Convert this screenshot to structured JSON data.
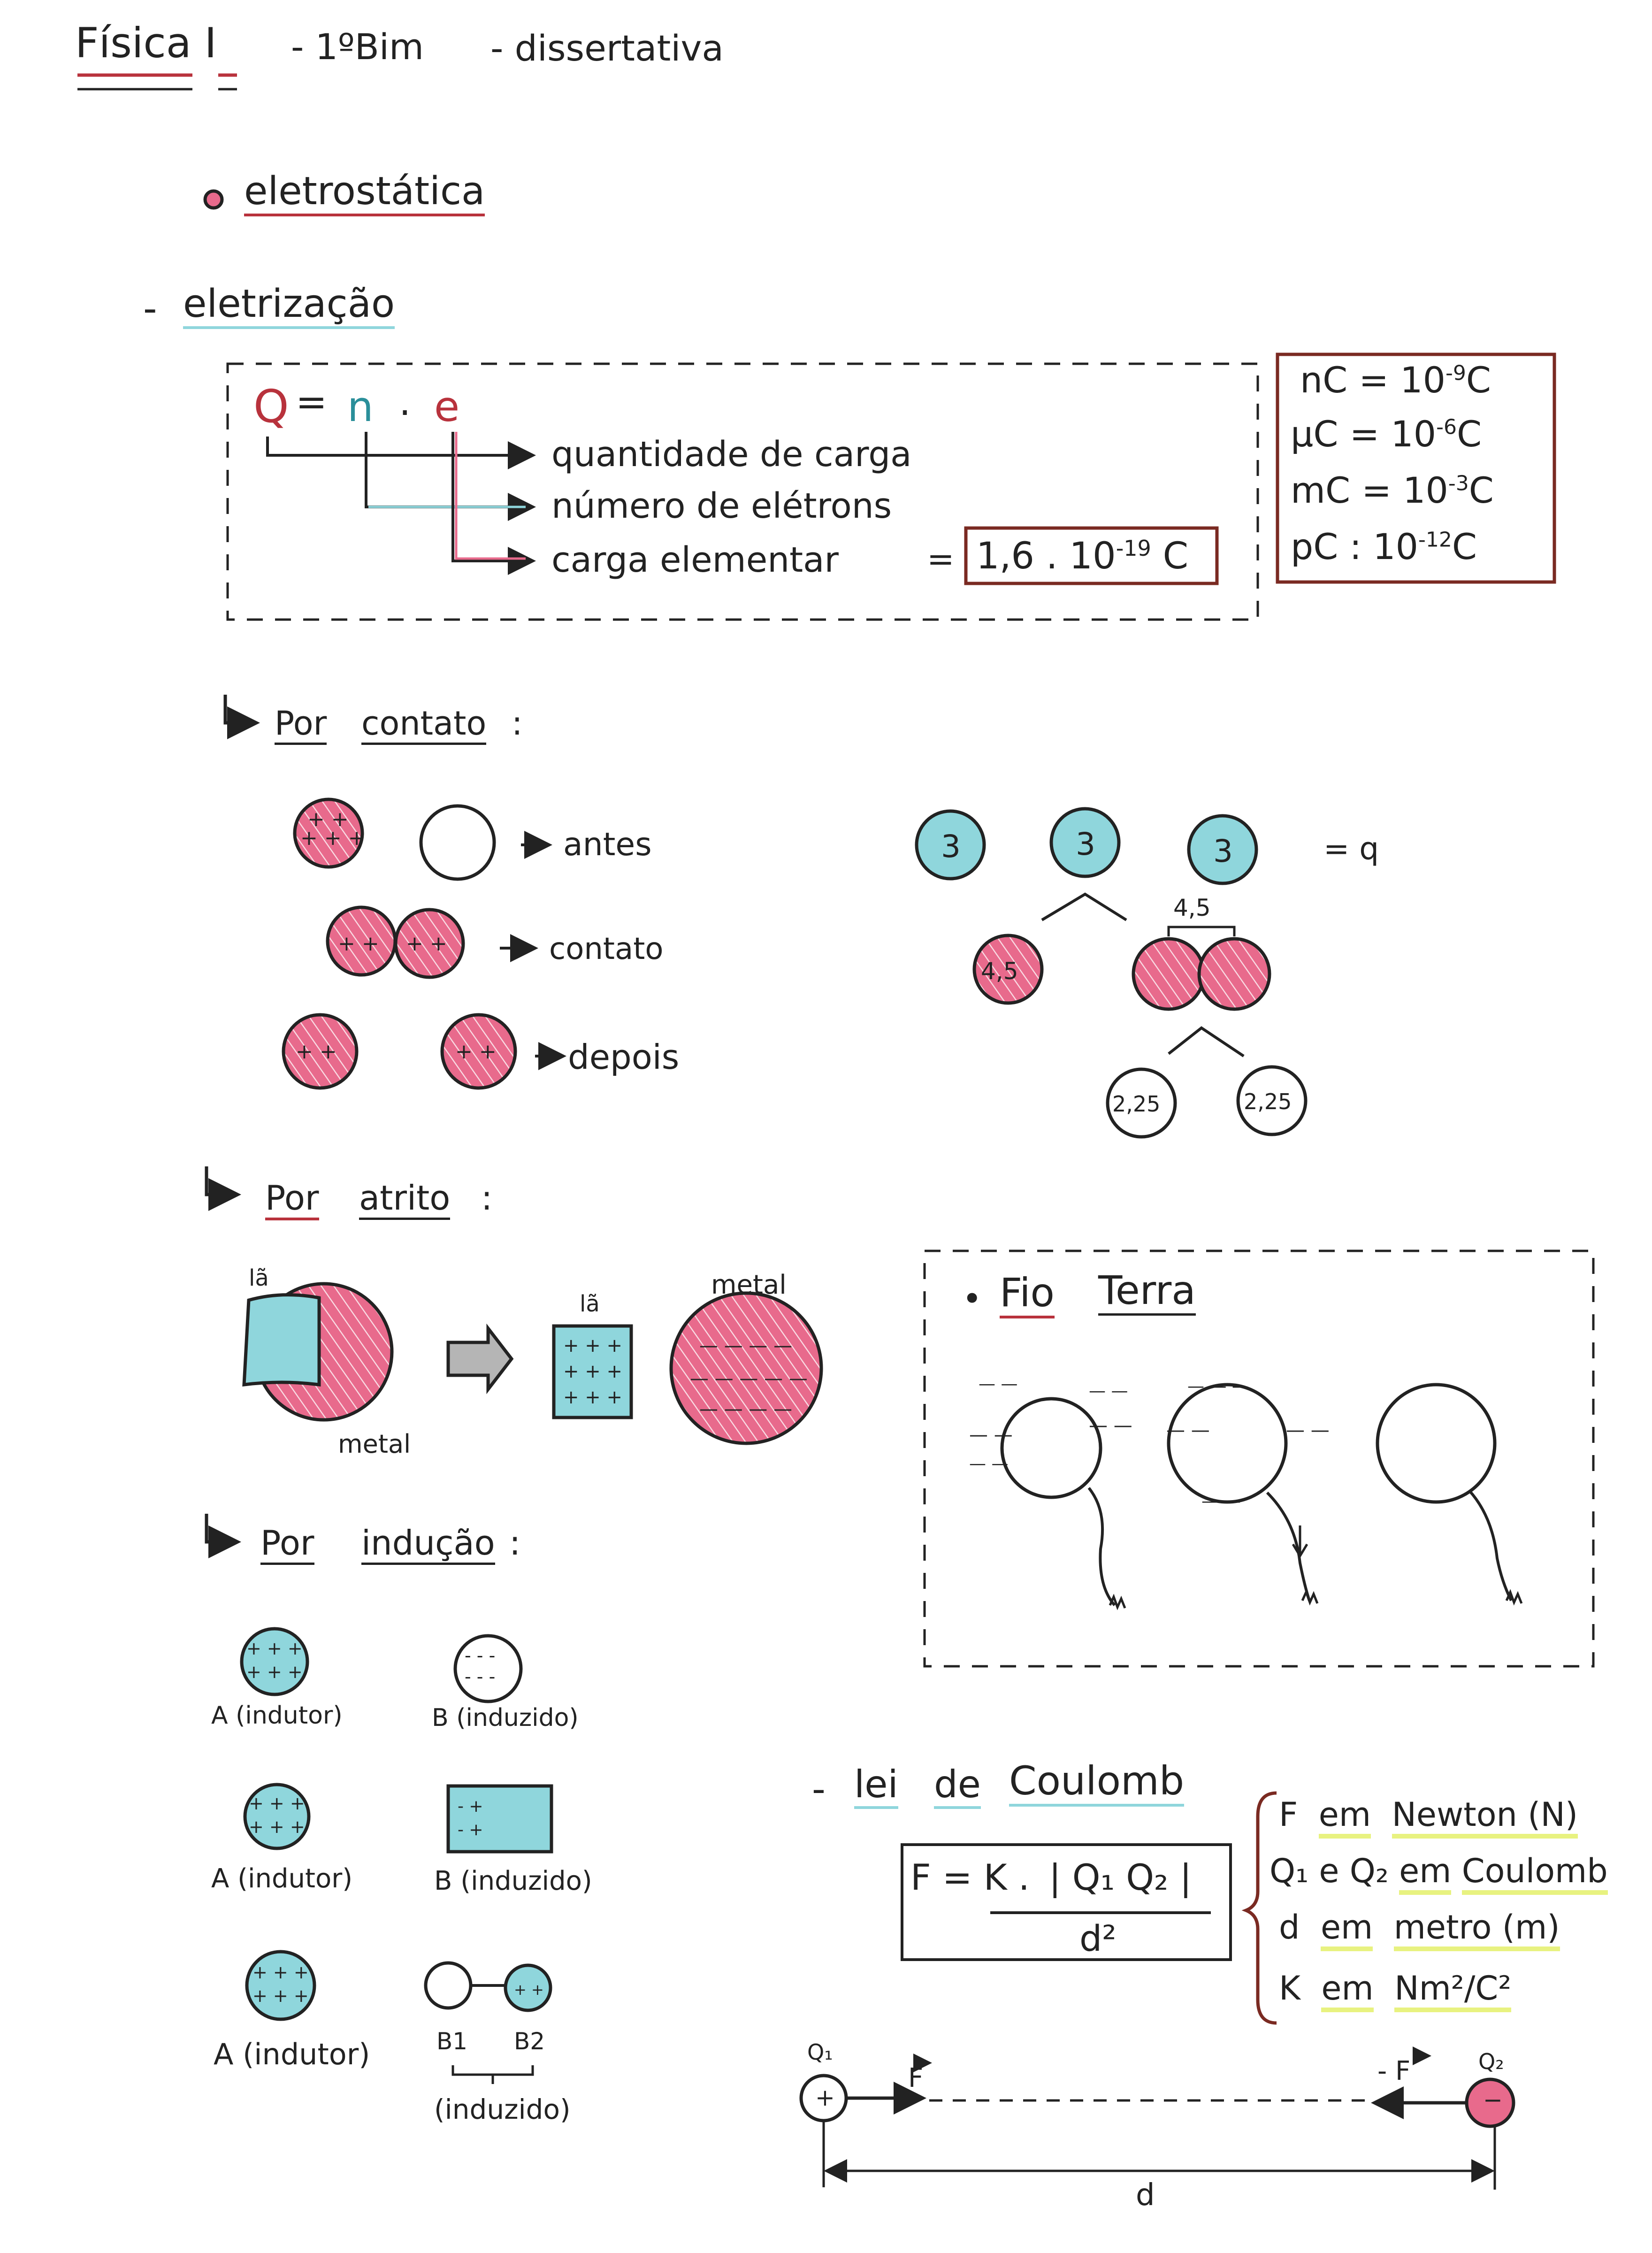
{
  "header": {
    "title": "Física I",
    "bimester": "- 1ºBim",
    "type": "- dissertativa"
  },
  "topic": "eletrostática",
  "section_eletrizacao": {
    "dash": "-",
    "title": "eletrização",
    "formula": {
      "Q": "Q",
      "eq": "=",
      "n": "n",
      "dot": ".",
      "e": "e"
    },
    "labels": {
      "q": "quantidade de carga",
      "n": "número de elétrons",
      "e": "carga elementar"
    },
    "equals": "=",
    "elementary_value": "1,6 . 10",
    "elementary_exp": "-19",
    "elementary_unit": "C",
    "units": [
      {
        "prefix": "nC",
        "value": "= 10",
        "exp": "-9",
        "unit": "C"
      },
      {
        "prefix": "μC",
        "value": "= 10",
        "exp": "-6",
        "unit": "C"
      },
      {
        "prefix": "mC",
        "value": "= 10",
        "exp": "-3",
        "unit": "C"
      },
      {
        "prefix": "pC",
        "value": ": 10",
        "exp": "-12",
        "unit": "C"
      }
    ]
  },
  "contato": {
    "title_por": "Por",
    "title_word": "contato",
    "colon": ":",
    "antes": "antes",
    "contato": "contato",
    "depois": "depois",
    "example": {
      "initial": [
        "3",
        "3",
        "3"
      ],
      "equals_q": "= q",
      "first": "4,5",
      "pair_label": "4,5",
      "final": [
        "2,25",
        "2,25"
      ]
    }
  },
  "atrito": {
    "title_por": "Por",
    "title_word": "atrito",
    "colon": ":",
    "la_1": "lã",
    "metal_1": "metal",
    "la_2": "lã",
    "metal_2": "metal"
  },
  "fio_terra": {
    "bullet": "•",
    "title_1": "Fio",
    "title_2": "Terra"
  },
  "inducao": {
    "title_por": "Por",
    "title_word": "indução",
    "colon": ":",
    "rows": [
      {
        "a": "A (indutor)",
        "b": "B (induzido)"
      },
      {
        "a": "A (indutor)",
        "b": "B (induzido)"
      },
      {
        "a": "A (indutor)",
        "b1": "B1",
        "b2": "B2",
        "b": "(induzido)"
      }
    ]
  },
  "coulomb": {
    "dash": "-",
    "w1": "lei",
    "w2": "de",
    "w3": "Coulomb",
    "formula_lhs": "F = K .",
    "numerator": "| Q₁ Q₂ |",
    "denominator": "d²",
    "units": [
      {
        "sym": "F",
        "em": "em",
        "unit": "Newton (N)"
      },
      {
        "sym": "Q₁ e Q₂",
        "em": "em",
        "unit": "Coulomb"
      },
      {
        "sym": "d",
        "em": "em",
        "unit": "metro (m)"
      },
      {
        "sym": "K",
        "em": "em",
        "unit": "Nm²/C²"
      }
    ],
    "diagram": {
      "q1": "Q₁",
      "q2": "Q₂",
      "plus": "+",
      "minus": "−",
      "f": "F",
      "neg_f": "- F",
      "d": "d"
    }
  },
  "colors": {
    "pink": "#e86a8c",
    "cyan": "#8fd6dc",
    "red_underline": "#b8323c",
    "yellow": "#e8f280",
    "box_border": "#7a2a22"
  }
}
